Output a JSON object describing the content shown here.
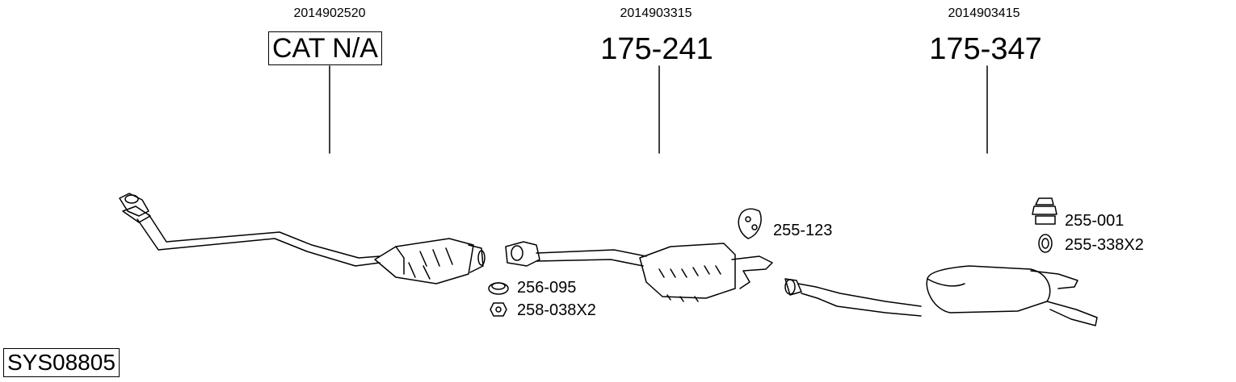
{
  "columns": [
    {
      "oem": "2014902520",
      "part": "CAT N/A"
    },
    {
      "oem": "2014903315",
      "part": "175-241"
    },
    {
      "oem": "2014903415",
      "part": "175-347"
    }
  ],
  "accessories": [
    {
      "label": "256-095"
    },
    {
      "label": "258-038X2"
    },
    {
      "label": "255-123"
    },
    {
      "label": "255-001"
    },
    {
      "label": "255-338X2"
    }
  ],
  "system_code": "SYS08805"
}
